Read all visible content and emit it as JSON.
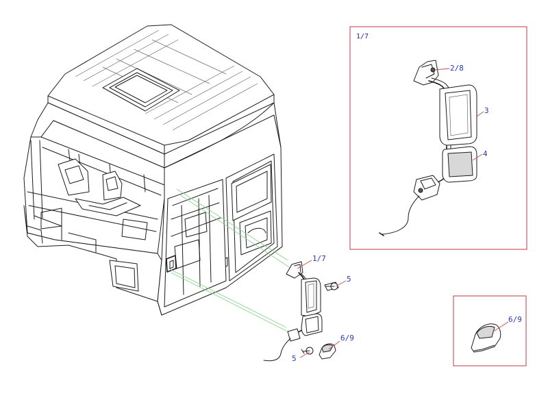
{
  "diagram": {
    "main_callouts": {
      "mirror_assembly": "1/7",
      "bolt_upper": "5",
      "bolt_lower": "5",
      "cover": "6/9"
    },
    "detail_mirror": {
      "frame_label": "1/7",
      "bracket": "2/8",
      "main_mirror": "3",
      "wide_angle_mirror": "4"
    },
    "detail_cover": {
      "cover": "6/9"
    },
    "colors": {
      "callout_text": "#2a36b8",
      "leader_and_frame": "#c24a55",
      "projection_lines": "#8fd08f",
      "linework": "#1a1a1a"
    }
  }
}
